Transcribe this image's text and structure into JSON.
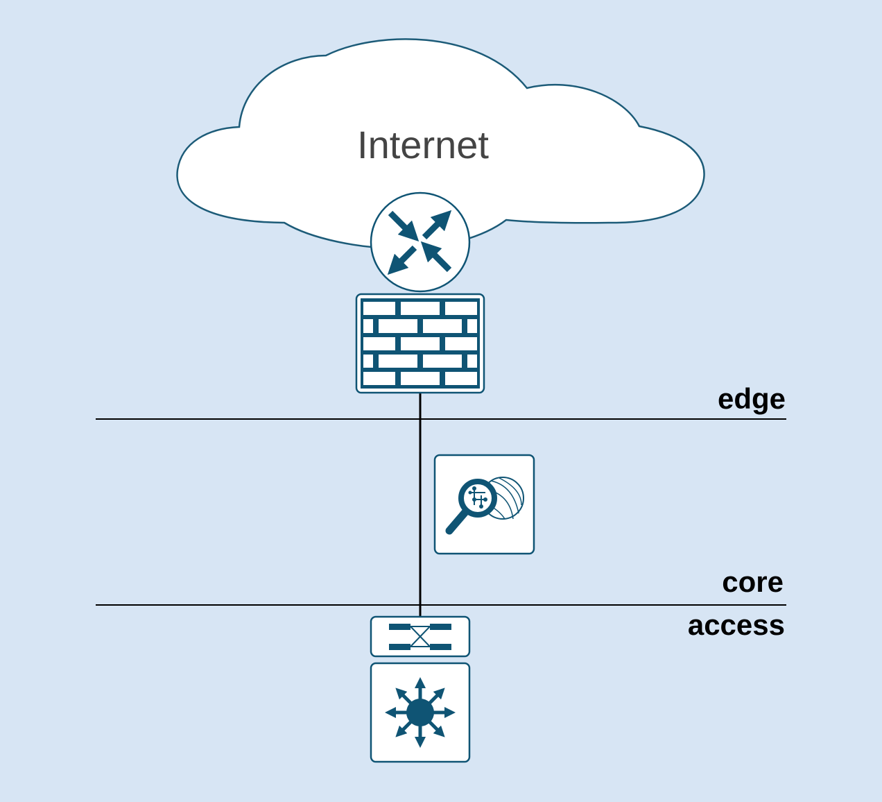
{
  "cloud": {
    "label": "Internet"
  },
  "zones": {
    "edge": "edge",
    "core": "core",
    "access": "access"
  },
  "devices": [
    {
      "id": "router",
      "type": "router-icon"
    },
    {
      "id": "firewall",
      "type": "firewall-icon"
    },
    {
      "id": "monitor",
      "type": "network-analysis-icon"
    },
    {
      "id": "switch",
      "type": "layer2-switch-icon"
    },
    {
      "id": "l3switch",
      "type": "layer3-switch-icon"
    }
  ],
  "colors": {
    "background": "#d7e5f4",
    "device": "#0f5474",
    "device_fill": "#ffffff",
    "cloud_fill": "#ffffff",
    "text": "#000000",
    "cloud_text": "#444444"
  }
}
